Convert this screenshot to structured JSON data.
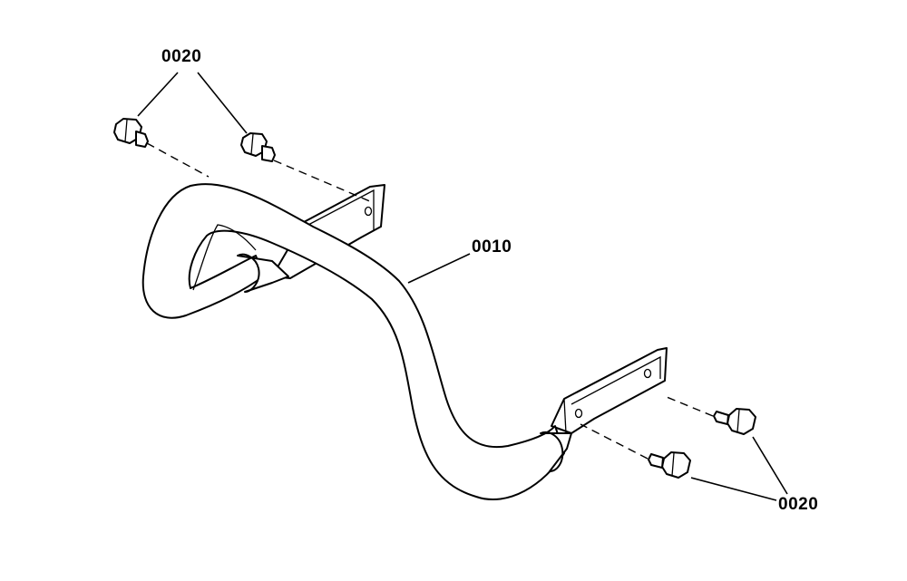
{
  "callouts": {
    "bar": "0010",
    "bolts_top": "0020",
    "bolts_bottom": "0020"
  }
}
